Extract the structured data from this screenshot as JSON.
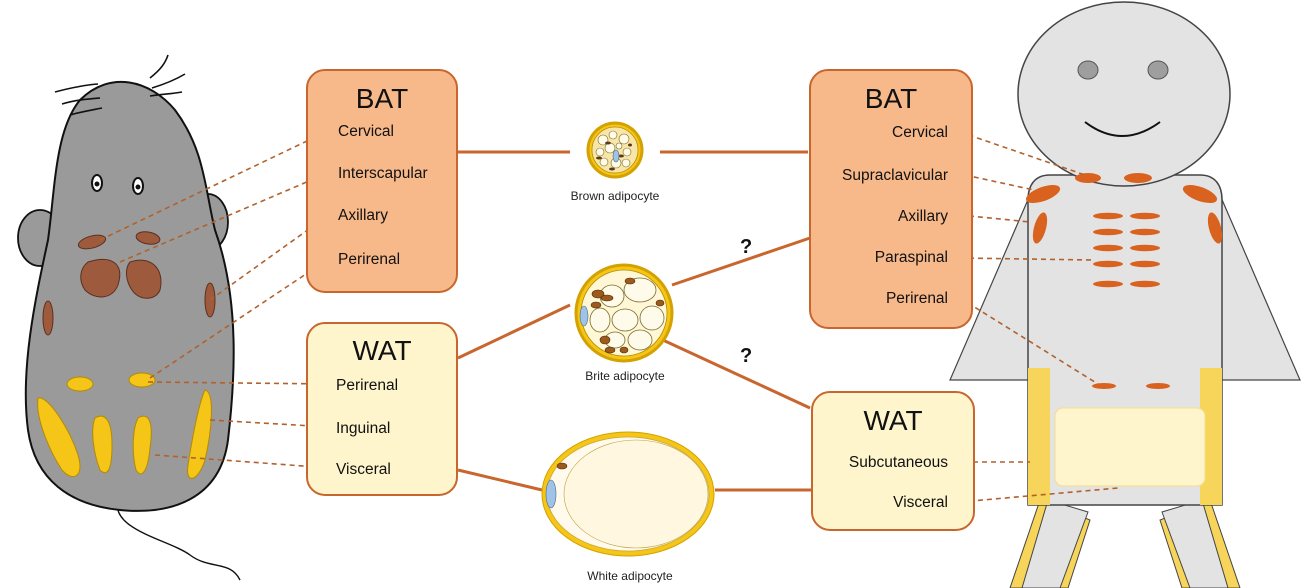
{
  "mouse_bat": {
    "title": "BAT",
    "items": [
      "Cervical",
      "Interscapular",
      "Axillary",
      "Perirenal"
    ]
  },
  "mouse_wat": {
    "title": "WAT",
    "items": [
      "Perirenal",
      "Inguinal",
      "Visceral"
    ]
  },
  "human_bat": {
    "title": "BAT",
    "items": [
      "Cervical",
      "Supraclavicular",
      "Axillary",
      "Paraspinal",
      "Perirenal"
    ]
  },
  "human_wat": {
    "title": "WAT",
    "items": [
      "Subcutaneous",
      "Visceral"
    ]
  },
  "cells": {
    "brown_label": "Brown adipocyte",
    "brite_label": "Brite adipocyte",
    "white_label": "White adipocyte"
  },
  "question_mark": "?",
  "colors": {
    "bat_fill": "#f7b98a",
    "bat_stroke": "#c8662e",
    "wat_fill": "#fff5cc",
    "wat_stroke": "#c8662e",
    "connector": "#c8662e",
    "dashed": "#b0622e",
    "mouse_body": "#9a9a9a",
    "mouse_brown_fat": "#9e5a3c",
    "mouse_yellow_fat": "#f5c518",
    "human_body": "#e3e3e3",
    "human_bat_depot": "#d9621e",
    "human_wat_panel": "#f7d55a"
  }
}
